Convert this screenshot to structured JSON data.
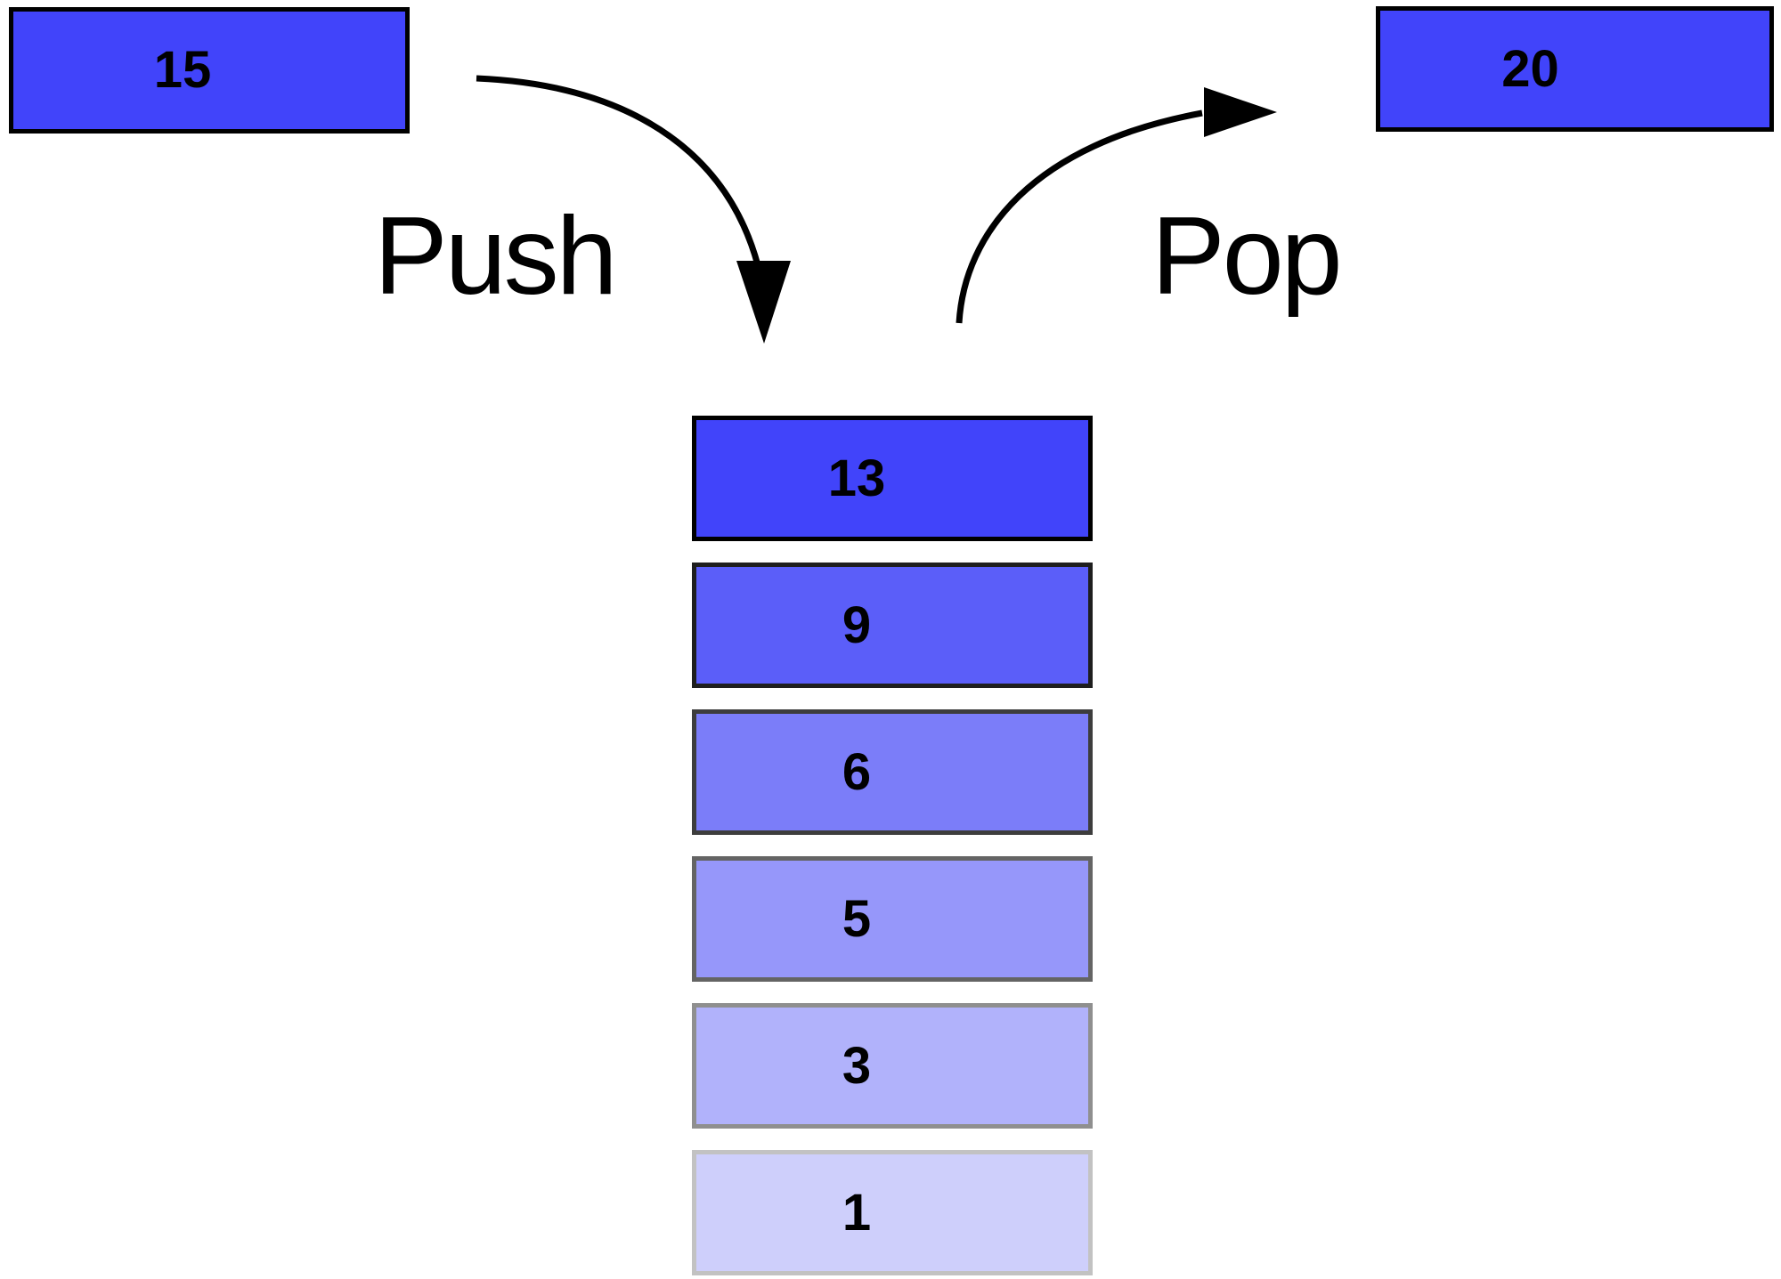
{
  "labels": {
    "push": "Push",
    "pop": "Pop"
  },
  "incoming": {
    "value": "15",
    "fill": "#4144FA",
    "border": "#000000"
  },
  "popped": {
    "value": "20",
    "fill": "#4144FA",
    "border": "#000000"
  },
  "stack": {
    "items": [
      {
        "value": "13",
        "fill": "#4144FA",
        "border": "#000000"
      },
      {
        "value": "9",
        "fill": "#5B5EF9",
        "border": "#1E1E1E"
      },
      {
        "value": "6",
        "fill": "#7B7DF9",
        "border": "#3D3D3D"
      },
      {
        "value": "5",
        "fill": "#9697FA",
        "border": "#646464"
      },
      {
        "value": "3",
        "fill": "#B1B2FB",
        "border": "#8F8F8F"
      },
      {
        "value": "1",
        "fill": "#CECFFB",
        "border": "#C2C2C2"
      }
    ]
  },
  "colors": {
    "arrow": "#000000",
    "text": "#000000",
    "background": "#FFFFFF"
  }
}
